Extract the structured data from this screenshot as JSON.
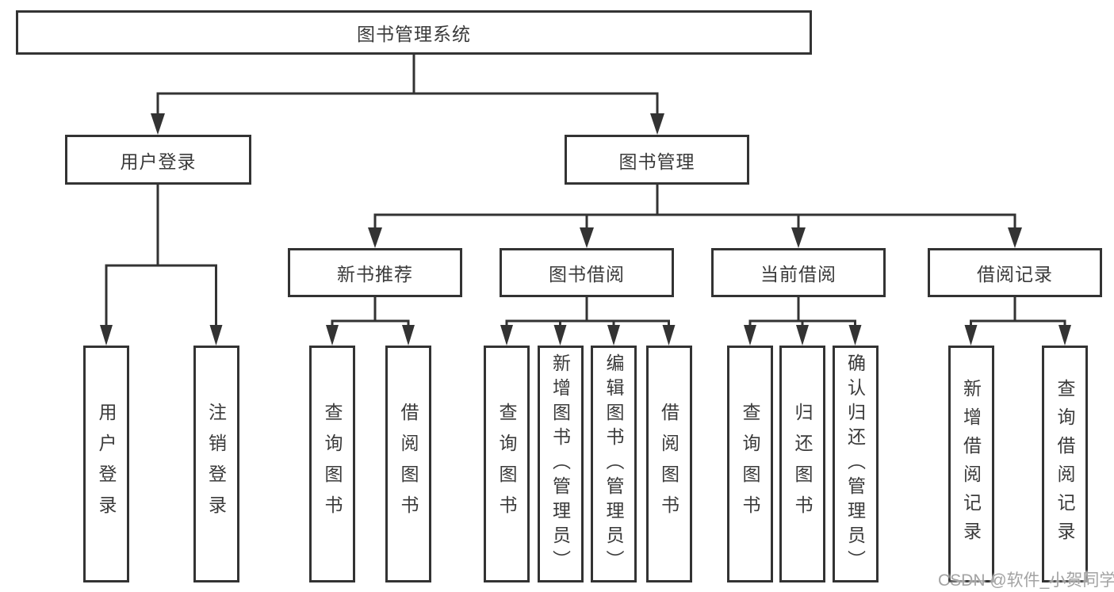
{
  "diagram": {
    "root": {
      "label": "图书管理系统"
    },
    "user_login": {
      "label": "用户登录",
      "children": [
        {
          "label": "用户登录"
        },
        {
          "label": "注销登录"
        }
      ]
    },
    "book_management": {
      "label": "图书管理",
      "sections": [
        {
          "label": "新书推荐",
          "children": [
            {
              "label": "查询图书"
            },
            {
              "label": "借阅图书"
            }
          ]
        },
        {
          "label": "图书借阅",
          "children": [
            {
              "label": "查询图书"
            },
            {
              "label": "新增图书（管理员）"
            },
            {
              "label": "编辑图书（管理员）"
            },
            {
              "label": "借阅图书"
            }
          ]
        },
        {
          "label": "当前借阅",
          "children": [
            {
              "label": "查询图书"
            },
            {
              "label": "归还图书"
            },
            {
              "label": "确认归还（管理员）"
            }
          ]
        },
        {
          "label": "借阅记录",
          "children": [
            {
              "label": "新增借阅记录"
            },
            {
              "label": "查询借阅记录"
            }
          ]
        }
      ]
    }
  },
  "watermark": {
    "text": "CSDN @软件_小贺同学"
  },
  "colors": {
    "line": "#333333",
    "text": "#3a3a3a",
    "watermark_text": "#a3a3a3",
    "background": "#ffffff"
  }
}
